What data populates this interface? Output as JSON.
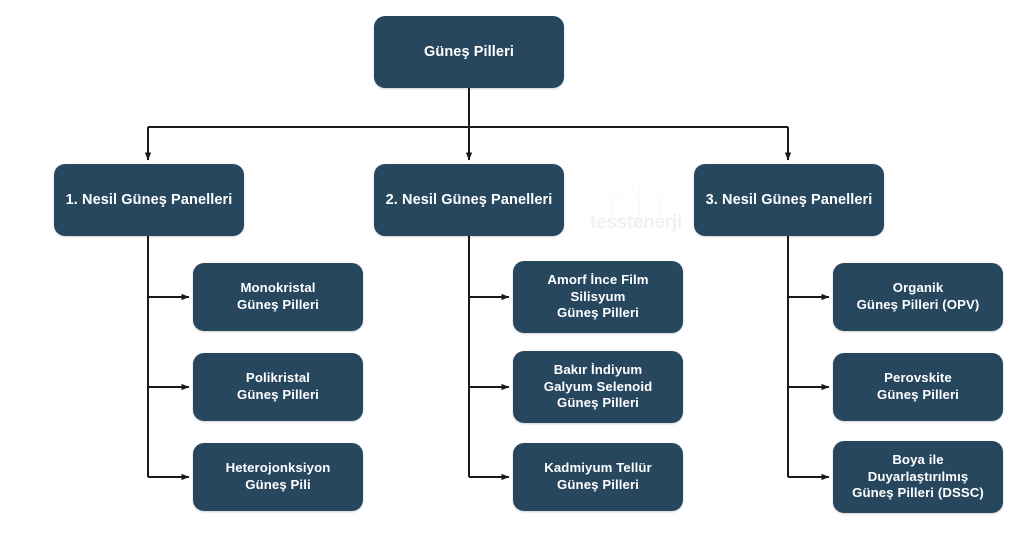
{
  "diagram": {
    "title": "Güneş Pilleri",
    "type": "tree",
    "orientation": "top-down",
    "colors": {
      "node_fill": "#27475f",
      "node_text": "#ffffff",
      "connector": "#1a1a1a",
      "background": "#ffffff",
      "watermark_text": "#f0f2ee"
    },
    "watermark": {
      "text": "tesstenerji",
      "icon": "wind-turbine-icon"
    },
    "root": {
      "id": "root",
      "label": "Güneş Pilleri"
    },
    "generations": [
      {
        "id": "gen1",
        "label": "1. Nesil Güneş Panelleri",
        "children": [
          {
            "id": "gen1-a",
            "label": "Monokristal\nGüneş Pilleri"
          },
          {
            "id": "gen1-b",
            "label": "Polikristal\nGüneş Pilleri"
          },
          {
            "id": "gen1-c",
            "label": "Heterojonksiyon\nGüneş Pili"
          }
        ]
      },
      {
        "id": "gen2",
        "label": "2. Nesil Güneş Panelleri",
        "children": [
          {
            "id": "gen2-a",
            "label": "Amorf İnce Film\nSilisyum\nGüneş Pilleri"
          },
          {
            "id": "gen2-b",
            "label": "Bakır İndiyum\nGalyum Selenoid\nGüneş Pilleri"
          },
          {
            "id": "gen2-c",
            "label": "Kadmiyum Tellür\nGüneş Pilleri"
          }
        ]
      },
      {
        "id": "gen3",
        "label": "3. Nesil Güneş Panelleri",
        "children": [
          {
            "id": "gen3-a",
            "label": "Organik\nGüneş Pilleri (OPV)"
          },
          {
            "id": "gen3-b",
            "label": "Perovskite\nGüneş Pilleri"
          },
          {
            "id": "gen3-c",
            "label": "Boya ile\nDuyarlaştırılmış\nGüneş Pilleri (DSSC)"
          }
        ]
      }
    ]
  }
}
